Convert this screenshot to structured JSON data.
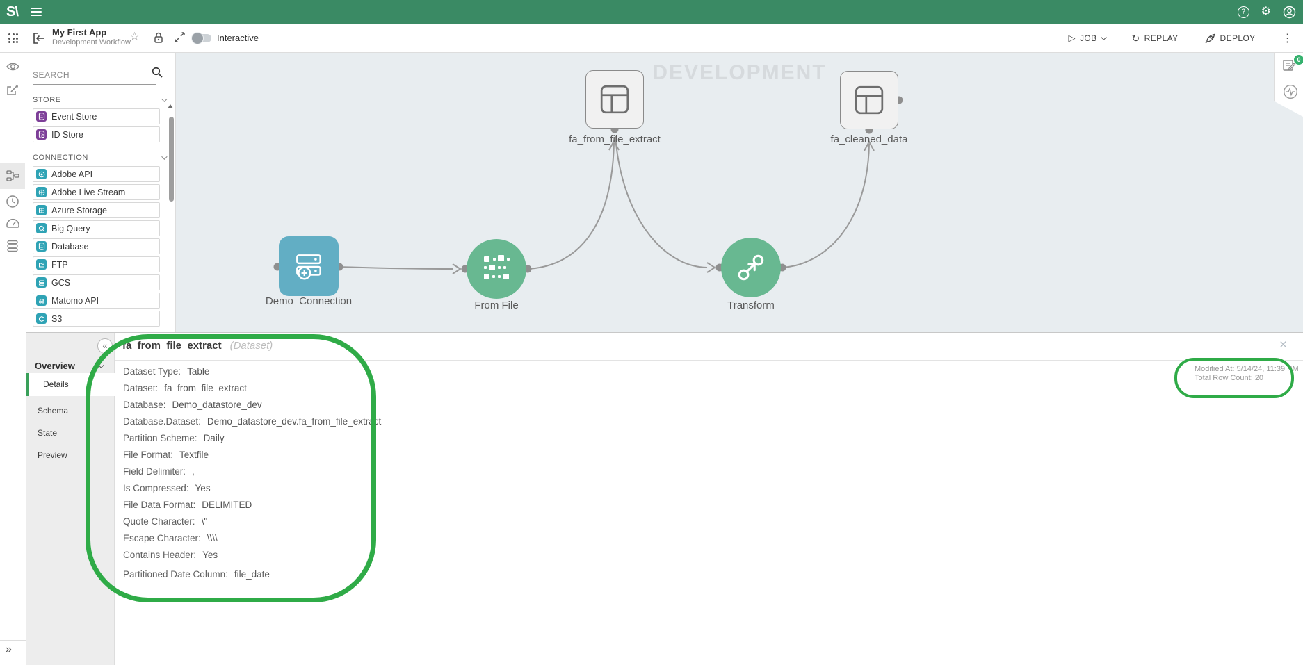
{
  "topbar": {
    "logo_text": "S\\"
  },
  "toolbar": {
    "app_title": "My First App",
    "app_subtitle": "Development Workflow",
    "interactive_label": "Interactive",
    "job_label": "JOB",
    "replay_label": "REPLAY",
    "deploy_label": "DEPLOY"
  },
  "sidebar": {
    "search_placeholder": "SEARCH",
    "sections": [
      {
        "title": "STORE",
        "items": [
          "Event Store",
          "ID Store"
        ]
      },
      {
        "title": "CONNECTION",
        "items": [
          "Adobe API",
          "Adobe Live Stream",
          "Azure Storage",
          "Big Query",
          "Database",
          "FTP",
          "GCS",
          "Matomo API",
          "S3"
        ]
      }
    ]
  },
  "canvas": {
    "watermark": "DEVELOPMENT",
    "badge_count": "0",
    "nodes": {
      "extract": "fa_from_file_extract",
      "cleaned": "fa_cleaned_data",
      "connection": "Demo_Connection",
      "fromfile": "From File",
      "transform": "Transform"
    }
  },
  "panel": {
    "title": "fa_from_file_extract",
    "type_label": "(Dataset)",
    "collapse_glyph": "«",
    "close_glyph": "×",
    "nav": {
      "group_label": "Overview",
      "tab_details": "Details",
      "tab_schema": "Schema",
      "tab_state": "State",
      "tab_preview": "Preview"
    },
    "fields": [
      {
        "label": "Dataset Type:",
        "value": "Table"
      },
      {
        "label": "Dataset:",
        "value": "fa_from_file_extract"
      },
      {
        "label": "Database:",
        "value": "Demo_datastore_dev"
      },
      {
        "label": "Database.Dataset:",
        "value": "Demo_datastore_dev.fa_from_file_extract"
      },
      {
        "label": "Partition Scheme:",
        "value": "Daily"
      },
      {
        "label": "File Format:",
        "value": "Textfile"
      },
      {
        "label": "Field Delimiter:",
        "value": ","
      },
      {
        "label": "Is Compressed:",
        "value": "Yes"
      },
      {
        "label": "File Data Format:",
        "value": "DELIMITED"
      },
      {
        "label": "Quote Character:",
        "value": "\\\""
      },
      {
        "label": "Escape Character:",
        "value": "\\\\\\\\"
      },
      {
        "label": "Contains Header:",
        "value": "Yes"
      },
      {
        "label": "Partitioned Date Column:",
        "value": "file_date"
      }
    ],
    "meta": {
      "modified_at": "Modified At: 5/14/24, 11:39 PM",
      "row_count": "Total Row Count: 20"
    }
  },
  "rail": {
    "expand_glyph": "»"
  },
  "colors": {
    "topbar_green": "#3a8a64",
    "annotation_green": "#2fab47",
    "connection_teal": "#62aec4",
    "operation_green": "#68b891",
    "store_purple": "#7d3f98",
    "connector_teal": "#2fa3b5",
    "active_tab_green": "#3aa05a"
  }
}
